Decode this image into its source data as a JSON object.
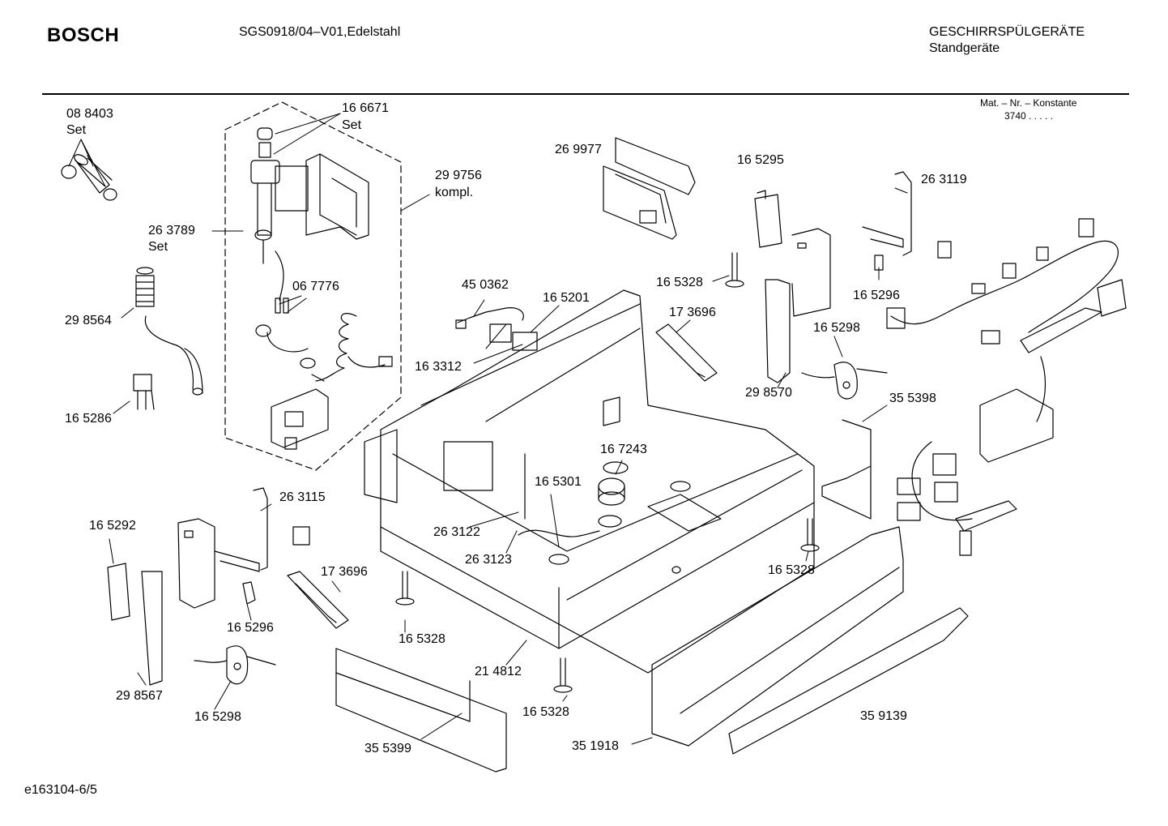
{
  "header": {
    "brand": "BOSCH",
    "model": "SGS0918/04–V01,Edelstahl",
    "category": "GESCHIRRSPÜLGERÄTE",
    "subcategory": "Standgeräte",
    "mat_nr_label": "Mat. – Nr. – Konstante",
    "mat_nr_value": "3740  .  .  .  .  ."
  },
  "footer": {
    "doc_id": "e163104-6/5"
  },
  "parts": [
    {
      "id": "088403",
      "line1": "08 8403",
      "line2": "Set"
    },
    {
      "id": "166671",
      "line1": "16 6671",
      "line2": "Set"
    },
    {
      "id": "299756",
      "line1": "29 9756",
      "line2": "kompl."
    },
    {
      "id": "263789",
      "line1": "26 3789",
      "line2": "Set"
    },
    {
      "id": "067776",
      "line1": "06 7776",
      "line2": ""
    },
    {
      "id": "298564",
      "line1": "29 8564",
      "line2": ""
    },
    {
      "id": "165286",
      "line1": "16 5286",
      "line2": ""
    },
    {
      "id": "269977",
      "line1": "26 9977",
      "line2": ""
    },
    {
      "id": "165295",
      "line1": "16 5295",
      "line2": ""
    },
    {
      "id": "263119",
      "line1": "26 3119",
      "line2": ""
    },
    {
      "id": "450362",
      "line1": "45 0362",
      "line2": ""
    },
    {
      "id": "165201",
      "line1": "16 5201",
      "line2": ""
    },
    {
      "id": "165328a",
      "line1": "16 5328",
      "line2": ""
    },
    {
      "id": "173696a",
      "line1": "17 3696",
      "line2": ""
    },
    {
      "id": "165296a",
      "line1": "16 5296",
      "line2": ""
    },
    {
      "id": "163312",
      "line1": "16 3312",
      "line2": ""
    },
    {
      "id": "165298a",
      "line1": "16 5298",
      "line2": ""
    },
    {
      "id": "298570",
      "line1": "29 8570",
      "line2": ""
    },
    {
      "id": "355398",
      "line1": "35 5398",
      "line2": ""
    },
    {
      "id": "167243",
      "line1": "16 7243",
      "line2": ""
    },
    {
      "id": "165301",
      "line1": "16 5301",
      "line2": ""
    },
    {
      "id": "263115",
      "line1": "26 3115",
      "line2": ""
    },
    {
      "id": "165292",
      "line1": "16 5292",
      "line2": ""
    },
    {
      "id": "263122",
      "line1": "26 3122",
      "line2": ""
    },
    {
      "id": "263123",
      "line1": "26 3123",
      "line2": ""
    },
    {
      "id": "173696b",
      "line1": "17 3696",
      "line2": ""
    },
    {
      "id": "165328b",
      "line1": "16 5328",
      "line2": ""
    },
    {
      "id": "165296b",
      "line1": "16 5296",
      "line2": ""
    },
    {
      "id": "165328c",
      "line1": "16 5328",
      "line2": ""
    },
    {
      "id": "298567",
      "line1": "29 8567",
      "line2": ""
    },
    {
      "id": "214812",
      "line1": "21 4812",
      "line2": ""
    },
    {
      "id": "165298b",
      "line1": "16 5298",
      "line2": ""
    },
    {
      "id": "165328d",
      "line1": "16 5328",
      "line2": ""
    },
    {
      "id": "359139",
      "line1": "35 9139",
      "line2": ""
    },
    {
      "id": "355399",
      "line1": "35 5399",
      "line2": ""
    },
    {
      "id": "351918",
      "line1": "35 1918",
      "line2": ""
    }
  ]
}
